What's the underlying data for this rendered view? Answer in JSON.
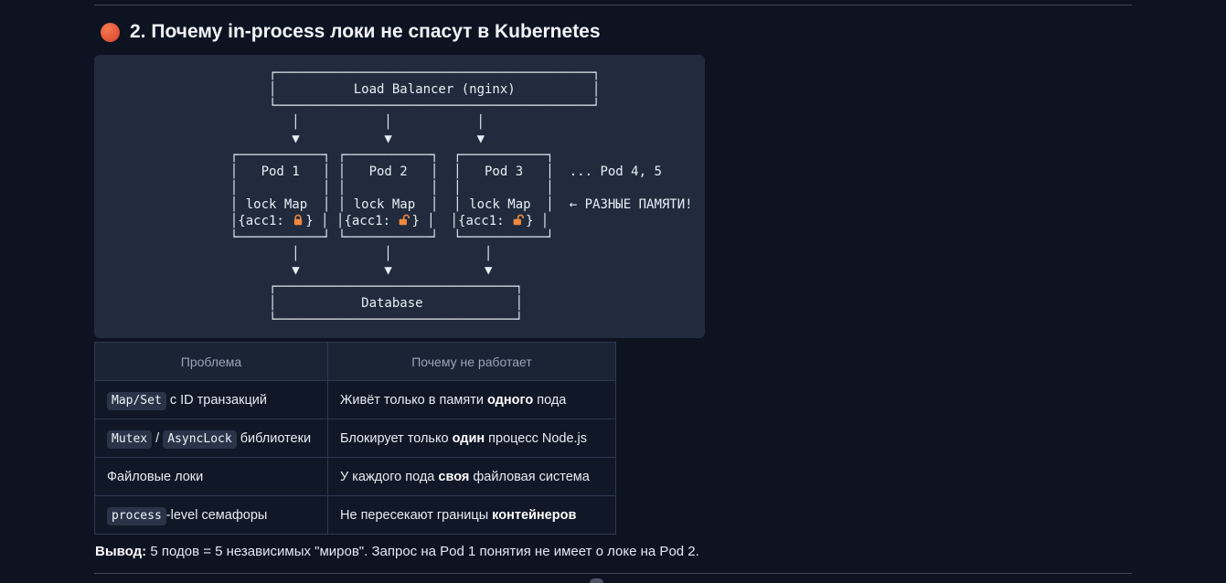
{
  "colors": {
    "accent_orange": "#f0883e",
    "panel_bg": "#212b3d",
    "page_bg": "#0d1321",
    "heading_dot": "#e25438"
  },
  "heading": {
    "icon": "red-circle",
    "text": "2. Почему in-process локи не спасут в Kubernetes"
  },
  "diagram": {
    "lines": [
      "                     ┌─────────────────────────────────────────┐",
      "                     │          Load Balancer (nginx)          │",
      "                     └─────────────────────────────────────────┘",
      "                        │           │           │",
      "                        ▼           ▼           ▼",
      "                ┌───────────┐ ┌───────────┐  ┌───────────┐",
      "                │   Pod 1   │ │   Pod 2   │  │   Pod 3   │  ... Pod 4, 5",
      "                │           │ │           │  │           │",
      "                │ lock Map  │ │ lock Map  │  │ lock Map  │  ← РАЗНЫЕ ПАМЯТИ!",
      "                │{acc1: 🔒} │ │{acc1: 🔓} │  │{acc1: 🔓} │",
      "                └───────────┘ └───────────┘  └───────────┘",
      "                        │           │            │",
      "                        ▼           ▼            ▼",
      "                     ┌───────────────────────────────┐",
      "                     │           Database            │",
      "                     └───────────────────────────────┘"
    ],
    "lock_closed_icon": "lock-closed-icon",
    "lock_open_icon": "lock-open-icon"
  },
  "table": {
    "headers": [
      "Проблема",
      "Почему не работает"
    ],
    "rows": [
      {
        "problem": [
          {
            "t": "code",
            "v": "Map/Set"
          },
          {
            "t": "text",
            "v": " с ID транзакций"
          }
        ],
        "reason": [
          {
            "t": "text",
            "v": "Живёт только в памяти "
          },
          {
            "t": "bold",
            "v": "одного"
          },
          {
            "t": "text",
            "v": " пода"
          }
        ]
      },
      {
        "problem": [
          {
            "t": "code",
            "v": "Mutex"
          },
          {
            "t": "text",
            "v": " / "
          },
          {
            "t": "code",
            "v": "AsyncLock"
          },
          {
            "t": "text",
            "v": " библиотеки"
          }
        ],
        "reason": [
          {
            "t": "text",
            "v": "Блокирует только "
          },
          {
            "t": "bold",
            "v": "один"
          },
          {
            "t": "text",
            "v": " процесс Node.js"
          }
        ]
      },
      {
        "problem": [
          {
            "t": "text",
            "v": "Файловые локи"
          }
        ],
        "reason": [
          {
            "t": "text",
            "v": "У каждого пода "
          },
          {
            "t": "bold",
            "v": "своя"
          },
          {
            "t": "text",
            "v": " файловая система"
          }
        ]
      },
      {
        "problem": [
          {
            "t": "code",
            "v": "process"
          },
          {
            "t": "text",
            "v": "-level семафоры"
          }
        ],
        "reason": [
          {
            "t": "text",
            "v": "Не пересекают границы "
          },
          {
            "t": "bold",
            "v": "контейнеров"
          }
        ]
      }
    ]
  },
  "conclusion": [
    {
      "t": "bold",
      "v": "Вывод:"
    },
    {
      "t": "text",
      "v": " 5 подов = 5 независимых \"миров\". Запрос на Pod 1 понятия не имеет о локе на Pod 2."
    }
  ]
}
